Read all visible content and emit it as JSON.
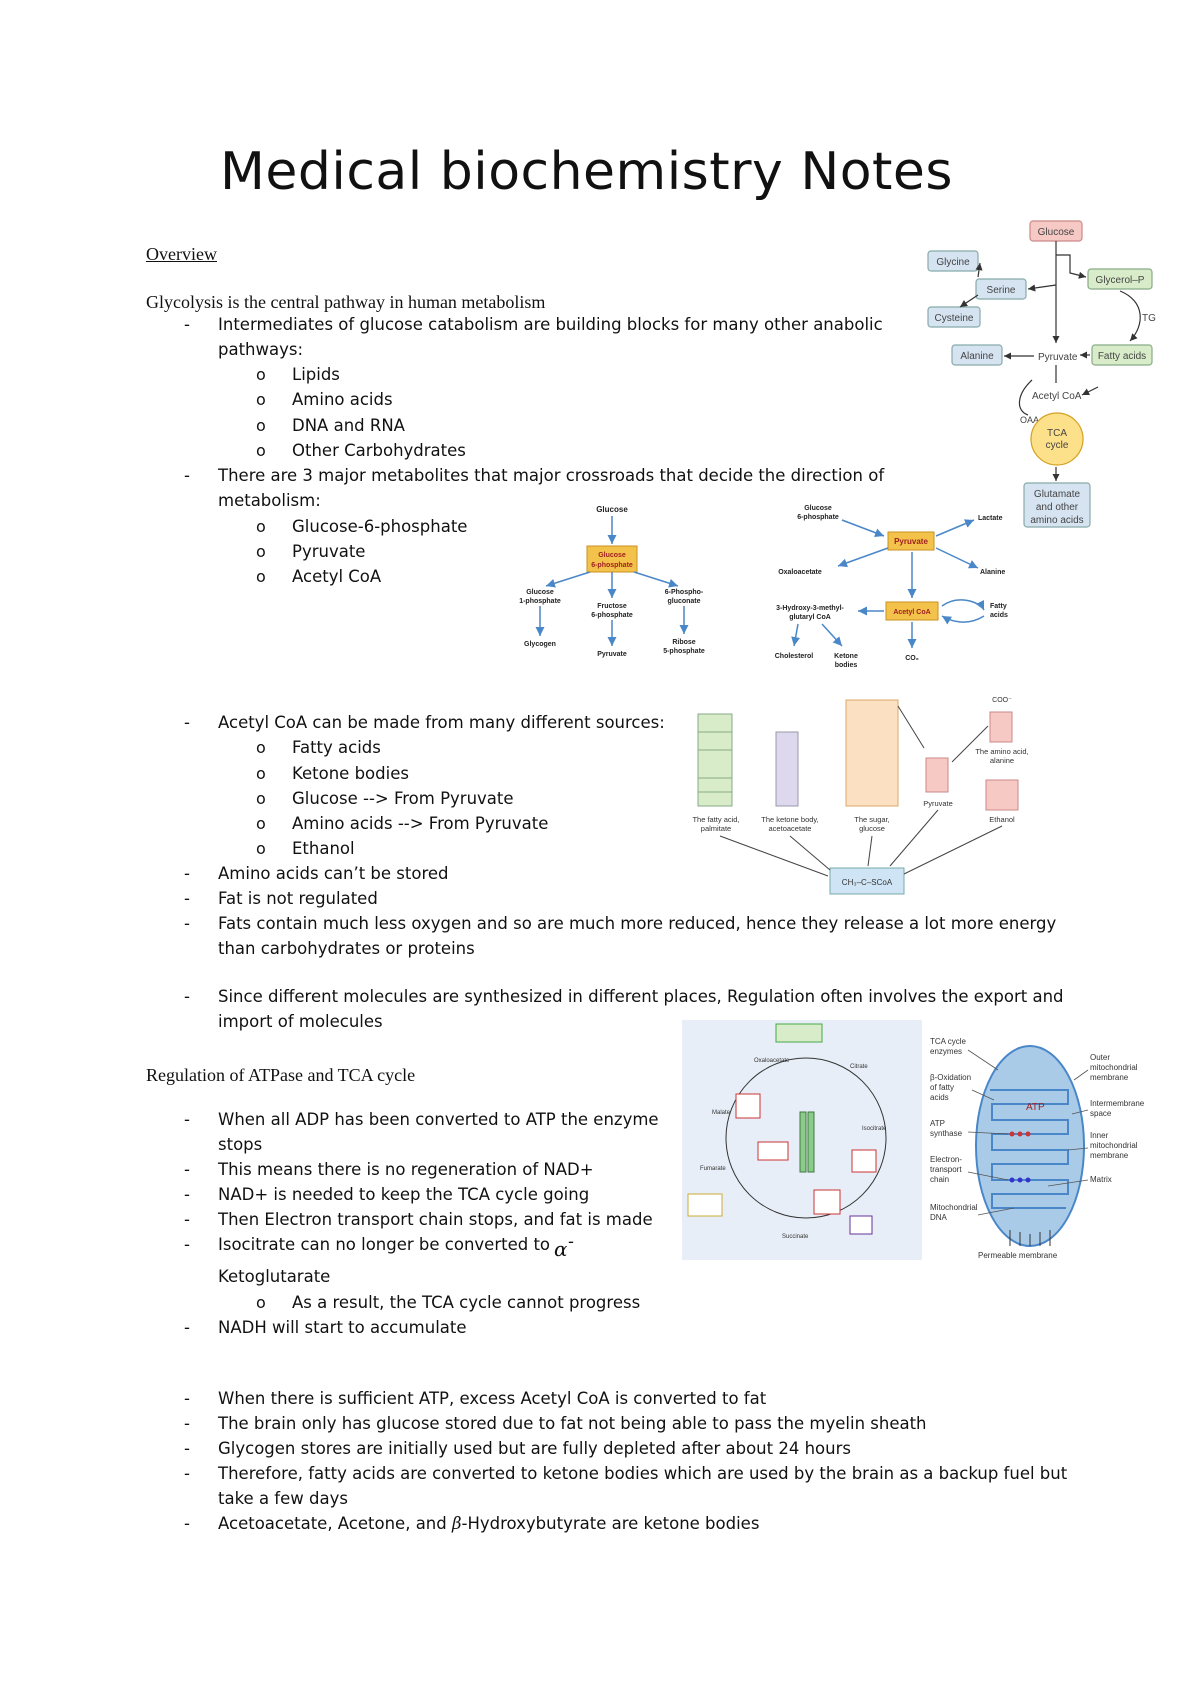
{
  "title": "Medical biochemistry Notes",
  "overview": {
    "heading": "Overview",
    "intro": "Glycolysis is the central pathway in human metabolism",
    "b1_l1": "Intermediates of glucose catabolism are building blocks for many other anabolic",
    "b1_l2": "pathways:",
    "b1_subs": [
      "Lipids",
      "Amino acids",
      "DNA and RNA",
      "Other Carbohydrates"
    ],
    "b2_l1": "There are 3 major metabolites that major crossroads that decide the direction of",
    "b2_l2": "metabolism:",
    "b2_subs": [
      "Glucose-6-phosphate",
      "Pyruvate",
      "Acetyl CoA"
    ],
    "b3": "Acetyl CoA can be made from many different sources:",
    "b3_subs": [
      "Fatty acids",
      "Ketone bodies",
      "Glucose --> From Pyruvate",
      "Amino acids --> From Pyruvate",
      "Ethanol"
    ],
    "b4": "Amino acids can’t be stored",
    "b5": "Fat is not regulated",
    "b6_l1": "Fats contain much less oxygen and so are much more reduced, hence they release a lot more energy",
    "b6_l2": "than carbohydrates or proteins",
    "b7_l1": "Since different molecules are synthesized in different places, Regulation often involves the export and",
    "b7_l2": "import of molecules"
  },
  "regulation": {
    "heading": "Regulation of ATPase and TCA cycle",
    "r1_l1": "When all ADP has been converted to ATP the enzyme",
    "r1_l2": "stops",
    "r2": "This means there is no regeneration of NAD+",
    "r3": "NAD+ is needed to keep the TCA cycle going",
    "r4": "Then Electron transport chain stops, and fat is made",
    "r5_l1": "Isocitrate can no longer be converted to",
    "r5_alpha": "α",
    "r5_dash": "-",
    "r5_l2": "Ketoglutarate",
    "r5_sub": "As a result, the TCA cycle cannot progress",
    "r6": "NADH will start to accumulate",
    "r7": "When there is sufficient ATP, excess Acetyl CoA is converted to fat",
    "r8": "The brain only has glucose stored due to fat not being able to pass the myelin sheath",
    "r9": "Glycogen stores are initially used but are fully depleted after about 24 hours",
    "r10_l1": "Therefore, fatty acids are converted to ketone bodies which are used by the brain as a backup fuel but",
    "r10_l2": "take a few days",
    "r11_a": "Acetoacetate, Acetone, and ",
    "r11_beta": "β",
    "r11_b": "-Hydroxybutyrate are ketone bodies"
  },
  "markers": {
    "dash": "-",
    "bullet": "o"
  },
  "fig1": {
    "glucose": "Glucose",
    "glycine": "Glycine",
    "serine": "Serine",
    "cysteine": "Cysteine",
    "glycerol": "Glycerol–P",
    "tg": "TG",
    "alanine": "Alanine",
    "pyruvate": "Pyruvate",
    "fatty": "Fatty acids",
    "acetyl": "Acetyl CoA",
    "oaa": "OAA",
    "tca1": "TCA",
    "tca2": "cycle",
    "glu1": "Glutamate",
    "glu2": "and other",
    "glu3": "amino acids"
  },
  "fig2": {
    "glucose": "Glucose",
    "g6p1": "Glucose",
    "g6p2": "6-phosphate",
    "g1p1": "Glucose",
    "g1p2": "1-phosphate",
    "f6p1": "Fructose",
    "f6p2": "6-phosphate",
    "pg1": "6-Phospho-",
    "pg2": "gluconate",
    "glycogen": "Glycogen",
    "pyruvate": "Pyruvate",
    "r5p1": "Ribose",
    "r5p2": "5-phosphate"
  },
  "fig3": {
    "g6p1": "Glucose",
    "g6p2": "6-phosphate",
    "pyruvate": "Pyruvate",
    "lactate": "Lactate",
    "oxa": "Oxaloacetate",
    "alanine": "Alanine",
    "hmg1": "3-Hydroxy-3-methyl-",
    "hmg2": "glutaryl CoA",
    "acetyl": "Acetyl CoA",
    "fa1": "Fatty",
    "fa2": "acids",
    "chol": "Cholesterol",
    "kb1": "Ketone",
    "kb2": "bodies",
    "co2": "CO₂"
  },
  "fig4": {
    "fa_l1": "The fatty acid,",
    "fa_l2": "palmitate",
    "kb_l1": "The ketone body,",
    "kb_l2": "acetoacetate",
    "su_l1": "The sugar,",
    "su_l2": "glucose",
    "pyruvate": "Pyruvate",
    "aa_l1": "The amino acid,",
    "aa_l2": "alanine",
    "ethanol": "Ethanol",
    "acoa": "CH₃–C–SCoA",
    "coo": "COO⁻"
  },
  "fig5": {
    "oxaloacetate": "Oxaloacetate",
    "isocitrate": "Isocitrate",
    "succinate": "Succinate",
    "fumarate": "Fumarate",
    "malate": "Malate",
    "citrate": "Citrate"
  },
  "fig6": {
    "tca1": "TCA cycle",
    "tca2": "enzymes",
    "beta1": "β-Oxidation",
    "beta2": "of fatty",
    "beta3": "acids",
    "atps1": "ATP",
    "atps2": "synthase",
    "etc1": "Electron-",
    "etc2": "transport",
    "etc3": "chain",
    "mdna1": "Mitochondrial",
    "mdna2": "DNA",
    "outer1": "Outer",
    "outer2": "mitochondrial",
    "outer3": "membrane",
    "ims1": "Intermembrane",
    "ims2": "space",
    "inner1": "Inner",
    "inner2": "mitochondrial",
    "inner3": "membrane",
    "matrix": "Matrix",
    "atp": "ATP",
    "perm": "Permeable membrane"
  },
  "colors": {
    "red_box": "#f6c9c5",
    "green_box": "#d8ecc9",
    "blue_box": "#d6e3f1",
    "yellow": "#fde08a",
    "arrow": "#4a87c8"
  }
}
